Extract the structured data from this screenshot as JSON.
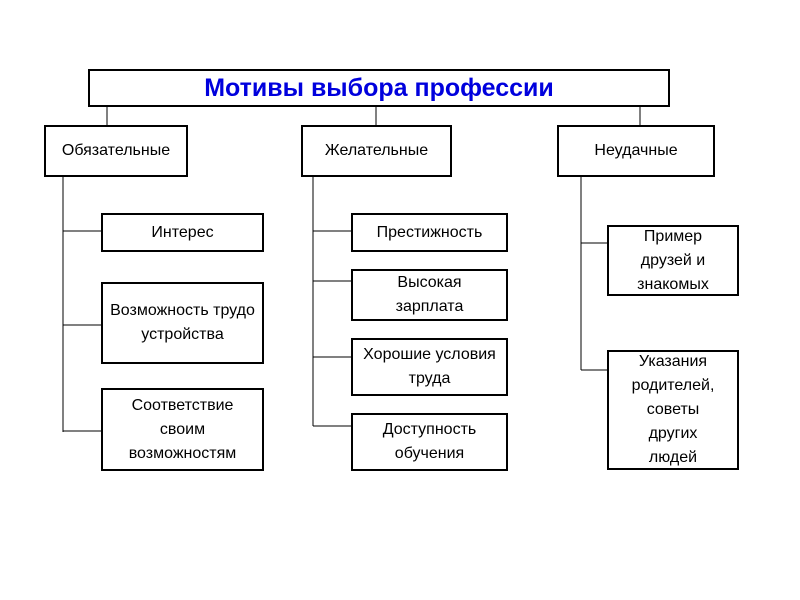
{
  "title": "Мотивы выбора профессии",
  "title_color": "#0000dd",
  "categories": [
    {
      "label": "Обязательные",
      "items": [
        "Интерес",
        "Возможность трудоустройства",
        "Соответствие своим возможностям"
      ]
    },
    {
      "label": "Желательные",
      "items": [
        "Престижность",
        "Высокая зарплата",
        "Хорошие условия труда",
        "Доступность обучения"
      ]
    },
    {
      "label": "Неудачные",
      "items": [
        "Пример друзей и знакомых",
        "Указания родителей, советы других людей"
      ]
    }
  ]
}
